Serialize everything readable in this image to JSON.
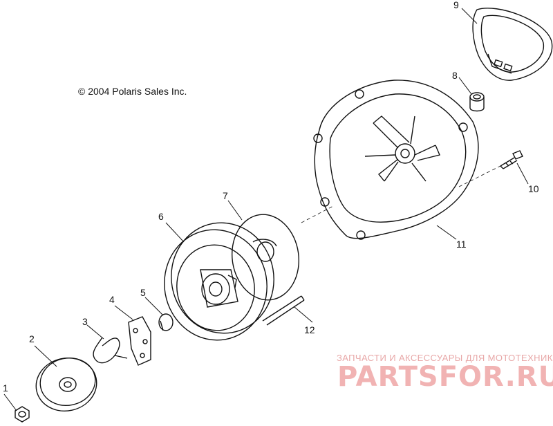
{
  "copyright": "© 2004 Polaris Sales Inc.",
  "watermark": {
    "tagline": "ЗАПЧАСТИ И АКСЕССУАРЫ ДЛЯ МОТОТЕХНИКИ",
    "brand": "PARTSFOR.RU",
    "color": "#f1b3b3"
  },
  "callouts": {
    "c1": "1",
    "c2": "2",
    "c3": "3",
    "c4": "4",
    "c5": "5",
    "c6": "6",
    "c7": "7",
    "c8": "8",
    "c9": "9",
    "c10": "10",
    "c11": "11",
    "c12": "12"
  }
}
